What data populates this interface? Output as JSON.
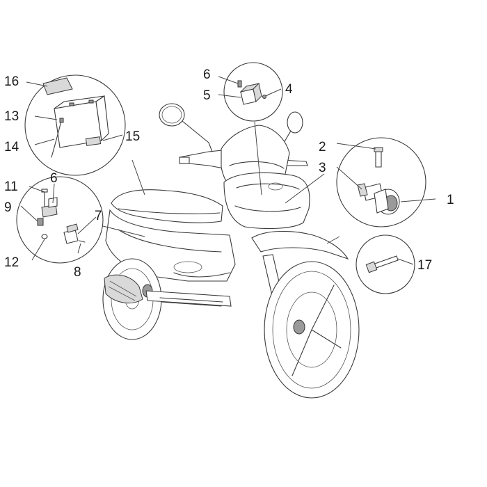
{
  "callouts": {
    "c1": "1",
    "c2": "2",
    "c3": "3",
    "c4": "4",
    "c5": "5",
    "c6a": "6",
    "c6b": "6",
    "c7": "7",
    "c8": "8",
    "c9": "9",
    "c11": "11",
    "c12": "12",
    "c13": "13",
    "c14": "14",
    "c15": "15",
    "c16": "16",
    "c17": "17"
  },
  "colors": {
    "line": "#3a3a3a",
    "background": "#ffffff",
    "part_fill": "#d9d9d9"
  }
}
